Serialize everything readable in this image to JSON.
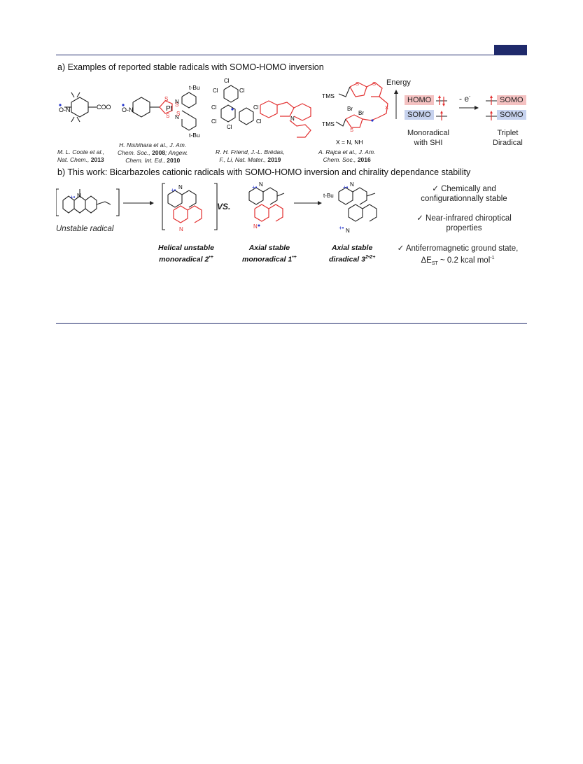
{
  "section_a": {
    "heading": "a) Examples of reported stable radicals with SOMO-HOMO inversion",
    "citations": [
      {
        "authors": "M. L. Coote et al.,",
        "journal": "Nat. Chem.,",
        "year": "2013"
      },
      {
        "authors": "H. Nishihara et al., J. Am.",
        "journal": "Chem. Soc.,",
        "year": "2008",
        "extra": "; Angew.",
        "line3": "Chem. Int. Ed.,",
        "year2": "2010"
      },
      {
        "authors": "R. H. Friend, J.-L. Brédas,",
        "journal": "F., Li, Nat. Mater.,",
        "year": "2019"
      },
      {
        "authors": "A. Rajca et al., J. Am.",
        "journal": "Chem. Soc.,",
        "year": "2016"
      }
    ],
    "structure_labels": {
      "coo": "COO",
      "tbu": "t-Bu",
      "pt": "Pt",
      "cl": "Cl",
      "tms": "TMS",
      "br": "Br",
      "x_eq": "X = N, NH"
    },
    "energy": {
      "axis_label": "Energy",
      "homo": "HOMO",
      "somo": "SOMO",
      "minus_e": "- e",
      "left_caption_1": "Monoradical",
      "left_caption_2": "with SHI",
      "right_caption_1": "Triplet",
      "right_caption_2": "Diradical"
    }
  },
  "section_b": {
    "heading": "b) This work: Bicarbazoles cationic radicals with SOMO-HOMO inversion and chirality dependance stability",
    "unstable": "Unstable radical",
    "vs": "VS.",
    "compounds": [
      {
        "line1": "Helical unstable",
        "line2": "monoradical 2"
      },
      {
        "line1": "Axial stable",
        "line2": "monoradical 1"
      },
      {
        "line1": "Axial stable",
        "line2": "diradical 3"
      }
    ],
    "checks": [
      {
        "line1": "✓ Chemically and",
        "line2": "configurationnally stable"
      },
      {
        "line1": "✓ Near-infrared chiroptical",
        "line2": "properties"
      },
      {
        "line1": "✓ Antiferromagnetic ground state,",
        "line2": "ΔE",
        "sub": "ST",
        "line2b": " ~ 0.2 kcal mol",
        "sup": "-1"
      }
    ],
    "tbu": "t-Bu"
  },
  "colors": {
    "rule": "#1f2a6b",
    "red": "#e23030",
    "blue": "#2233cc",
    "homo_bg": "#f4c1c1",
    "somo_bg": "#c6d2ee"
  }
}
